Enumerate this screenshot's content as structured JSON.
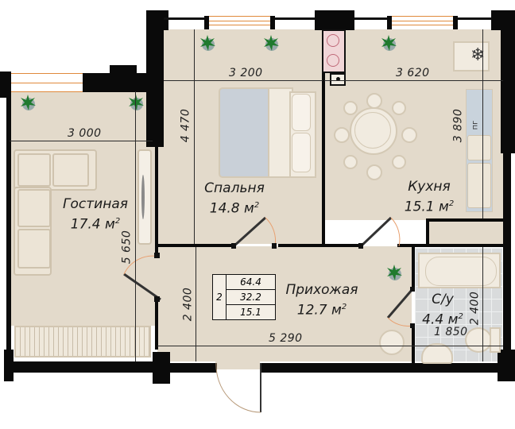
{
  "plan": {
    "rooms": [
      {
        "id": "living",
        "name": "Гостиная",
        "area": "17.4",
        "unit": "м",
        "unit_exp": "2"
      },
      {
        "id": "bedroom",
        "name": "Спальня",
        "area": "14.8",
        "unit": "м",
        "unit_exp": "2"
      },
      {
        "id": "kitchen",
        "name": "Кухня",
        "area": "15.1",
        "unit": "м",
        "unit_exp": "2"
      },
      {
        "id": "hallway",
        "name": "Прихожая",
        "area": "12.7",
        "unit": "м",
        "unit_exp": "2"
      },
      {
        "id": "bathroom",
        "name": "С/у",
        "area": "4.4",
        "unit": "м",
        "unit_exp": "2"
      }
    ],
    "dimensions": {
      "living_width": "3 000",
      "living_depth": "5 650",
      "bedroom_width": "3 200",
      "bedroom_depth": "4 470",
      "kitchen_width": "3 620",
      "kitchen_depth": "3 890",
      "hallway_width": "5 290",
      "hallway_depth": "2 400",
      "bathroom_width": "1 850",
      "bathroom_depth": "2 400"
    },
    "summary": {
      "room_count": "2",
      "total_area": "64.4",
      "living_area": "32.2",
      "kitchen_area": "15.1"
    },
    "kitchen_labels": {
      "gas_boiler": "пг"
    },
    "colors": {
      "floor": "#e3dacb",
      "wall": "#0a0a0a",
      "window_frame": "#e08a3c",
      "door_arc": "#e8a070",
      "bathroom_tile": "#d9dbdc",
      "plant": "#1f7a2e",
      "countertop": "#c9d3dc"
    }
  }
}
